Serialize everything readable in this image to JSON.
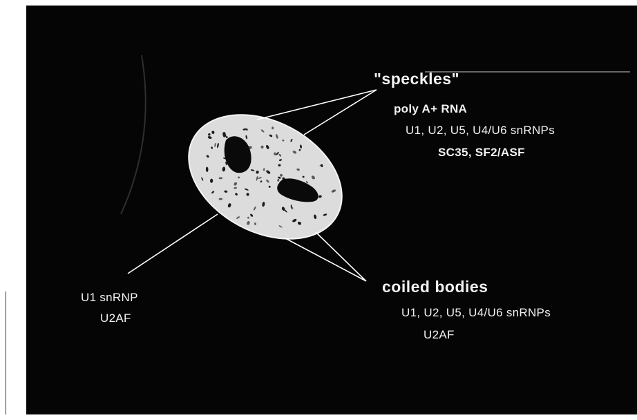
{
  "speckles": {
    "title": "\"speckles\"",
    "items": [
      "poly A+ RNA",
      "U1, U2, U5, U4/U6 snRNPs",
      "SC35, SF2/ASF"
    ]
  },
  "coiled_bodies": {
    "title": "coiled  bodies",
    "items": [
      "U1, U2, U5, U4/U6 snRNPs",
      "U2AF"
    ]
  },
  "nucleoplasm": {
    "items": [
      "U1 snRNP",
      "U2AF"
    ]
  },
  "colors": {
    "background": "#050505",
    "nucleus_fill": "#dcdcdc",
    "line": "#ffffff",
    "text": "#f2f2f2"
  }
}
